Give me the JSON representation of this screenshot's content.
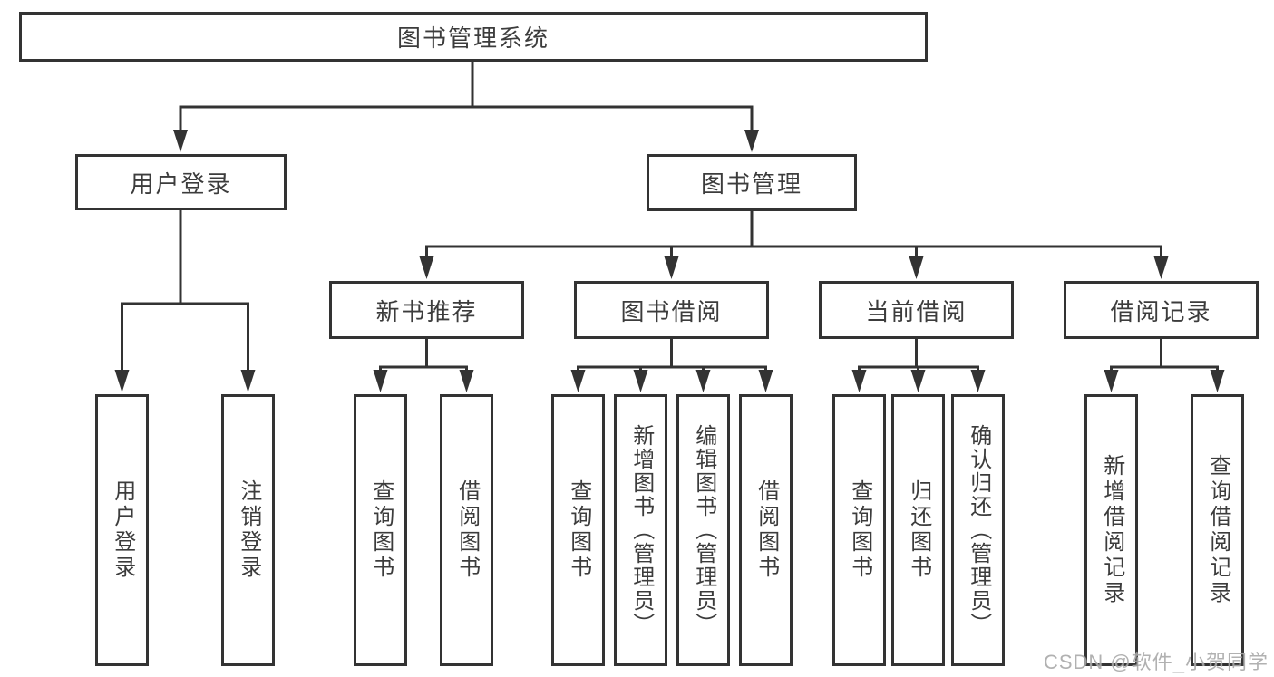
{
  "diagram": {
    "root": {
      "label": "图书管理系统"
    },
    "branches": [
      {
        "label": "用户登录",
        "leaves": [
          "用户登录",
          "注销登录"
        ]
      },
      {
        "label": "图书管理",
        "groups": [
          {
            "label": "新书推荐",
            "leaves": [
              "查询图书",
              "借阅图书"
            ]
          },
          {
            "label": "图书借阅",
            "leaves": [
              "查询图书",
              "新增图书（管理员）",
              "编辑图书（管理员）",
              "借阅图书"
            ]
          },
          {
            "label": "当前借阅",
            "leaves": [
              "查询图书",
              "归还图书",
              "确认归还（管理员）"
            ]
          },
          {
            "label": "借阅记录",
            "leaves": [
              "新增借阅记录",
              "查询借阅记录"
            ]
          }
        ]
      }
    ]
  },
  "colors": {
    "line": "#333333",
    "text": "#3c3c3c",
    "background": "#ffffff",
    "watermark": "#a9a9a9"
  },
  "watermark": {
    "text": "CSDN @软件_小贺同学"
  }
}
